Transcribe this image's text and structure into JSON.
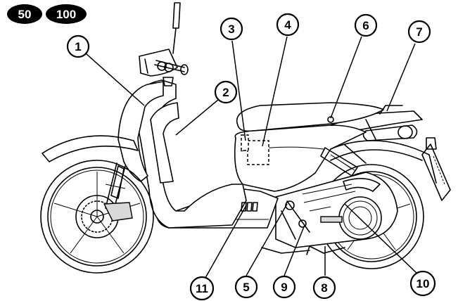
{
  "badges": [
    "50",
    "100"
  ],
  "callouts": [
    "1",
    "2",
    "3",
    "4",
    "5",
    "6",
    "7",
    "8",
    "9",
    "10",
    "11"
  ]
}
